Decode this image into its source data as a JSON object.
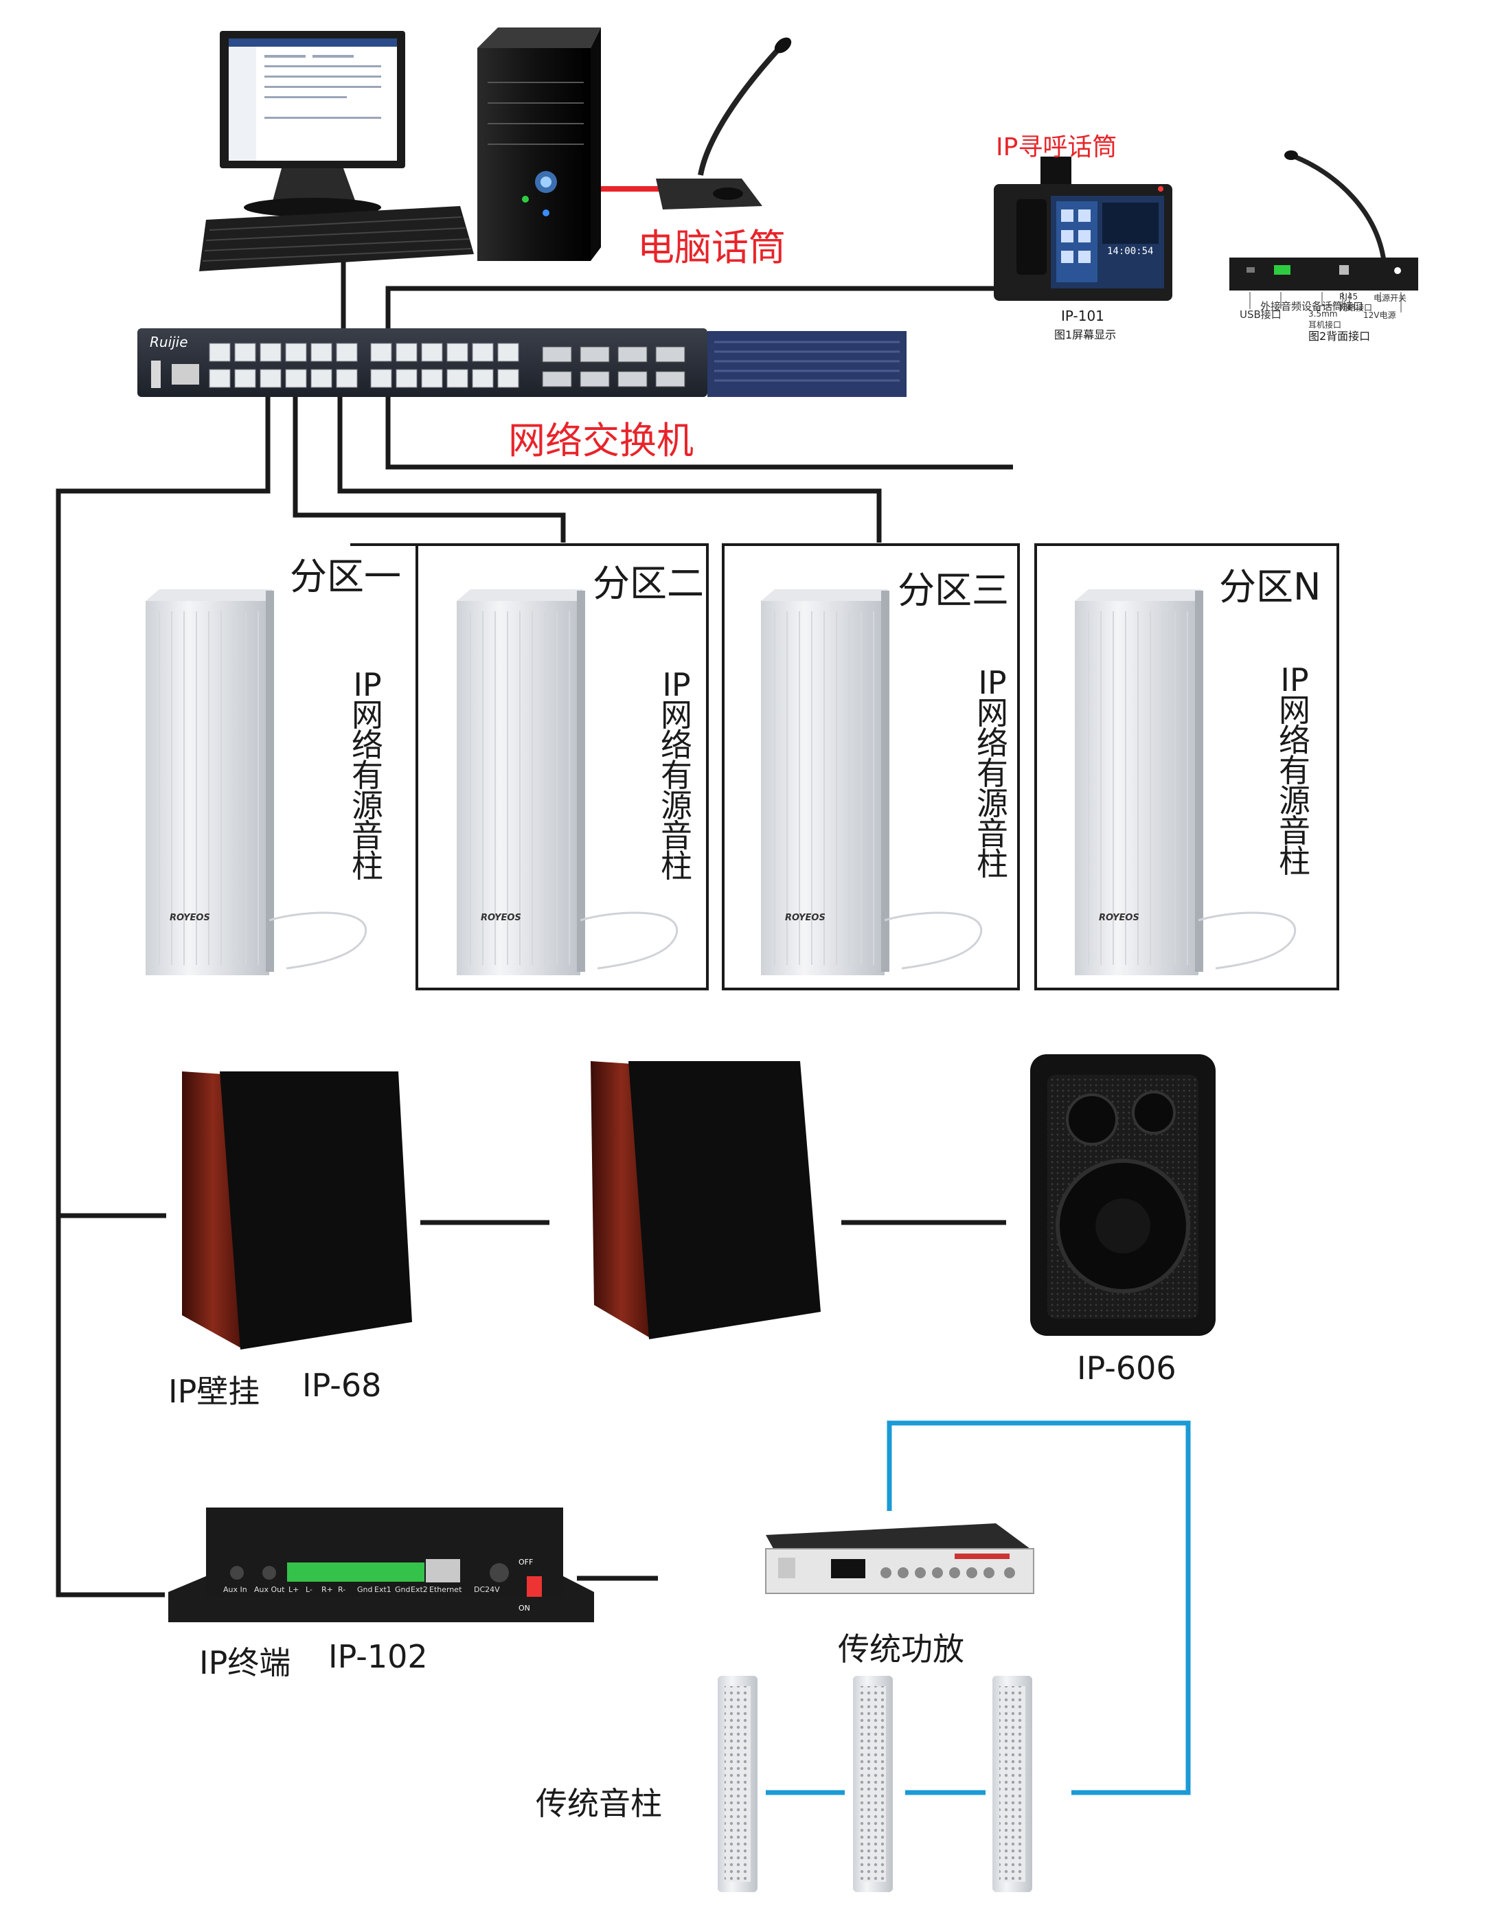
{
  "labels": {
    "pc_mic": "电脑话筒",
    "ip_pager_mic": "IP寻呼话筒",
    "ip101_model": "IP-101",
    "ip101_caption": "图1屏幕显示",
    "back_caption": "图2背面接口",
    "switch": "网络交换机",
    "zone1": "分区一",
    "zone2": "分区二",
    "zone3": "分区三",
    "zoneN": "分区N",
    "column_speaker_chars": [
      "IP",
      "网",
      "络",
      "有",
      "源",
      "音",
      "柱"
    ],
    "wall_mount": "IP壁挂",
    "ip68": "IP-68",
    "ip606": "IP-606",
    "terminal": "IP终端",
    "ip102": "IP-102",
    "amp": "传统功放",
    "trad_column": "传统音柱",
    "switch_brand": "Ruijie",
    "speaker_brand": "ROYEOS"
  },
  "ip102_ports": [
    "Aux In",
    "Aux Out",
    "L+",
    "L-",
    "R+",
    "R-",
    "Gnd",
    "Ext1",
    "Gnd",
    "Ext2",
    "Ethernet",
    "DC24V"
  ],
  "ip102_switch": [
    "OFF",
    "ON"
  ],
  "pager_screen_time": "14:00:54",
  "back_ports": [
    "USB接口",
    "外接音频设备话筒接口",
    "3.5mm\n耳机接口",
    "RJ45\n网络接口",
    "电源开关",
    "12V电源"
  ],
  "colors": {
    "wire": "#1a1a1a",
    "red_wire": "#e8242a",
    "blue_wire": "#1b9ad6",
    "label_red": "#e8242a"
  }
}
